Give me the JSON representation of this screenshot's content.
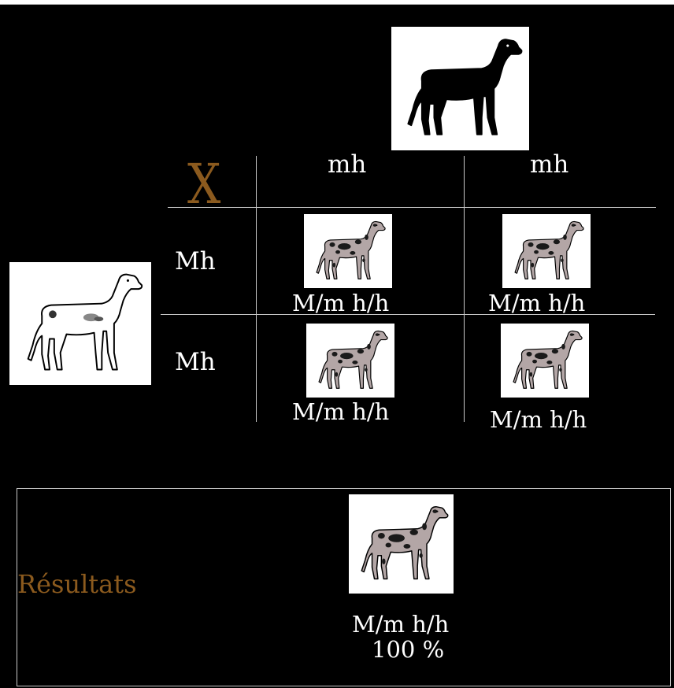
{
  "colors": {
    "background": "#000000",
    "text": "#ffffff",
    "accent": "#8b5a1e",
    "lines": "#c9c9c9",
    "merle_fill": "#b3a6a6",
    "merle_patch": "#1a1a1a"
  },
  "cross_symbol": "X",
  "father": {
    "icon": "black-dane-icon"
  },
  "mother": {
    "icon": "white-dane-icon"
  },
  "columns": [
    "mh",
    "mh"
  ],
  "rows": [
    "Mh",
    "Mh"
  ],
  "cells": [
    [
      "M/m h/h",
      "M/m h/h"
    ],
    [
      "M/m h/h",
      "M/m h/h"
    ]
  ],
  "results": {
    "label": "Résultats",
    "genotype": "M/m h/h",
    "percent": "100 %"
  }
}
